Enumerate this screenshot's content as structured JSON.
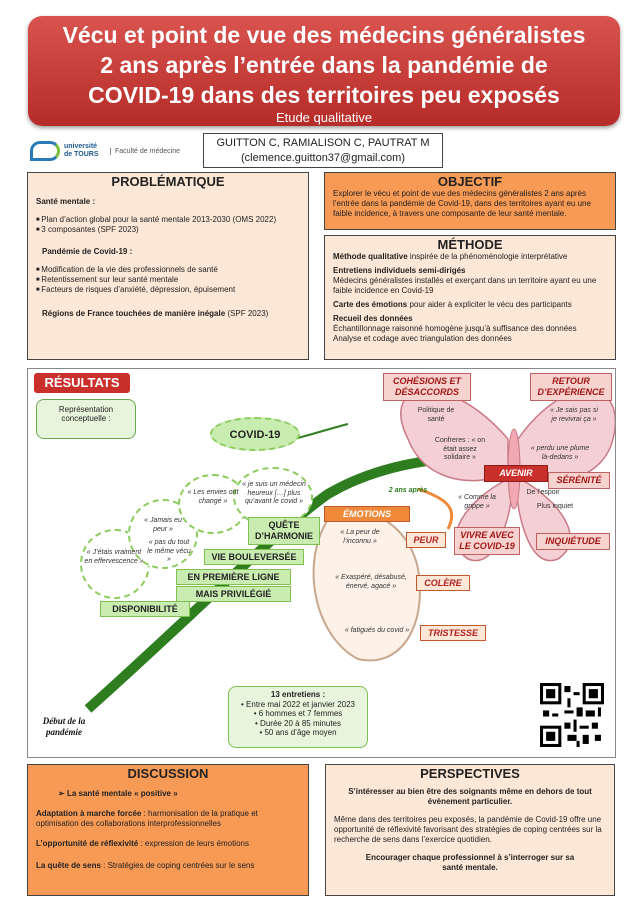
{
  "header": {
    "title_line1": "Vécu et point de vue des médecins généralistes",
    "title_line2": "2 ans après l’entrée dans la pandémie de",
    "title_line3": "COVID-19 dans des territoires peu exposés",
    "subtitle": "Etude qualitative"
  },
  "logo": {
    "university": "université de TOURS",
    "faculty": "Faculté de médecine"
  },
  "authors": {
    "names": "GUITTON C, RAMIALISON C, PAUTRAT M",
    "email": "(clemence.guitton37@gmail.com)"
  },
  "problematique": {
    "title": "PROBLÉMATIQUE",
    "sante_label": "Santé mentale :",
    "sante_items": [
      "Plan d’action global pour la santé mentale 2013-2030 (OMS 2022)",
      "3 composantes (SPF 2023)"
    ],
    "pandemie_label": "Pandémie de Covid-19 :",
    "pandemie_items": [
      "Modification de la vie des professionnels de santé",
      "Retentissement sur leur santé mentale",
      "Facteurs de risques d’anxiété, dépression, épuisement"
    ],
    "regions_bold": "Régions de France touchées de manière inégale",
    "regions_rest": " (SPF 2023)"
  },
  "objectif": {
    "title": "OBJECTIF",
    "text": "Explorer le vécu et point de vue des médecins généralistes 2 ans après l’entrée dans la pandémie de Covid-19, dans des territoires ayant eu une faible incidence, à travers une composante de leur santé mentale."
  },
  "methode": {
    "title": "MÉTHODE",
    "l1_bold": "Méthode qualitative",
    "l1_rest": " inspirée de la phénoménologie interprétative",
    "l2_bold": "Entretiens individuels semi-dirigés",
    "l2_text": "Médecins généralistes installés et exerçant dans un territoire ayant eu une faible incidence en Covid-19",
    "l3_bold": "Carte des émotions",
    "l3_rest": " pour aider à expliciter le vécu des participants",
    "l4_bold": "Recueil des données",
    "l4_text1": "Échantillonnage raisonné homogène jusqu’à suffisance des données",
    "l4_text2": "Analyse et codage avec triangulation des données"
  },
  "results": {
    "tag": "RÉSULTATS",
    "repr": "Représentation conceptuelle :",
    "covid": "COVID-19",
    "disponibilite": "DISPONIBILITÉ",
    "premiere_ligne": "EN PREMIÈRE LIGNE",
    "privilegie": "MAIS PRIVILÉGIÉ",
    "vie_bouleversee": "VIE BOULEVERSÉE",
    "quete_line1": "QUÊTE",
    "quete_line2": "D’HARMONIE",
    "q_effervescence": "« J’étais vraiment en effervescence »",
    "q_jamais": "« Jamais eu peur »",
    "q_pas_du_tout": "« pas du tout le même vécu »",
    "q_envies": "« Les envies ont changé »",
    "q_heureux": "« je suis un médecin heureux […] plus qu’avant le covid »",
    "emotions": "ÉMOTIONS",
    "deux_ans": "2 ans après",
    "q_peur": "« La peur de l’inconnu »",
    "peur": "PEUR",
    "q_exaspere": "« Exaspéré, désabusé, énervé, agacé »",
    "colere": "COLÈRE",
    "q_fatigues": "« fatigués du covid »",
    "tristesse": "TRISTESSE",
    "cohesions_line1": "COHÉSIONS ET",
    "cohesions_line2": "DÉSACCORDS",
    "politique": "Politique de santé",
    "confreres": "Confreres : « on était assez solidaire »",
    "retour_line1": "RETOUR",
    "retour_line2": "D’EXPÉRIENCE",
    "q_je_sais": "« Je sais pas si je revivrai ça »",
    "q_plume": "« perdu une plume là-dedans »",
    "avenir": "AVENIR",
    "serenite": "SÉRÉNITÉ",
    "espoir": "De l’espoir",
    "q_grippe": "« Comme la grippe »",
    "plus_inquiet": "Plus inquiet",
    "vivre_line1": "VIVRE AVEC",
    "vivre_line2": "LE COVID-19",
    "inquietude": "INQUIÉTUDE",
    "debut_line1": "Début de la",
    "debut_line2": "pandémie",
    "entretiens_title": "13 entretiens :",
    "entretiens_items": [
      "Entre mai 2022 et janvier 2023",
      "6 hommes et 7 femmes",
      "Durée 20 à 85 minutes",
      "50 ans d’âge moyen"
    ]
  },
  "discussion": {
    "title": "DISCUSSION",
    "positive": "La santé mentale « positive »",
    "adapt_bold": "Adaptation à marche forcée",
    "adapt_rest": " : harmonisation de la pratique et optimisation des collaborations interprofessionnelles",
    "reflex_bold": "L’opportunité de réflexivité",
    "reflex_rest": " : expression de leurs émotions",
    "quete_bold": "La quête de sens",
    "quete_rest": " : Stratégies de coping centrées sur le sens"
  },
  "perspectives": {
    "title": "PERSPECTIVES",
    "bold1": "S’intéresser au bien être des soignants même en dehors de tout évènement particulier.",
    "text": "Même dans des territoires peu exposés, la pandémie de Covid-19 offre une opportunité de réflexivité favorisant des stratégies de coping centrées sur la recherche de sens dans l’exercice quotidien.",
    "bold2": "Encourager chaque professionnel à s’interroger sur sa santé mentale."
  }
}
